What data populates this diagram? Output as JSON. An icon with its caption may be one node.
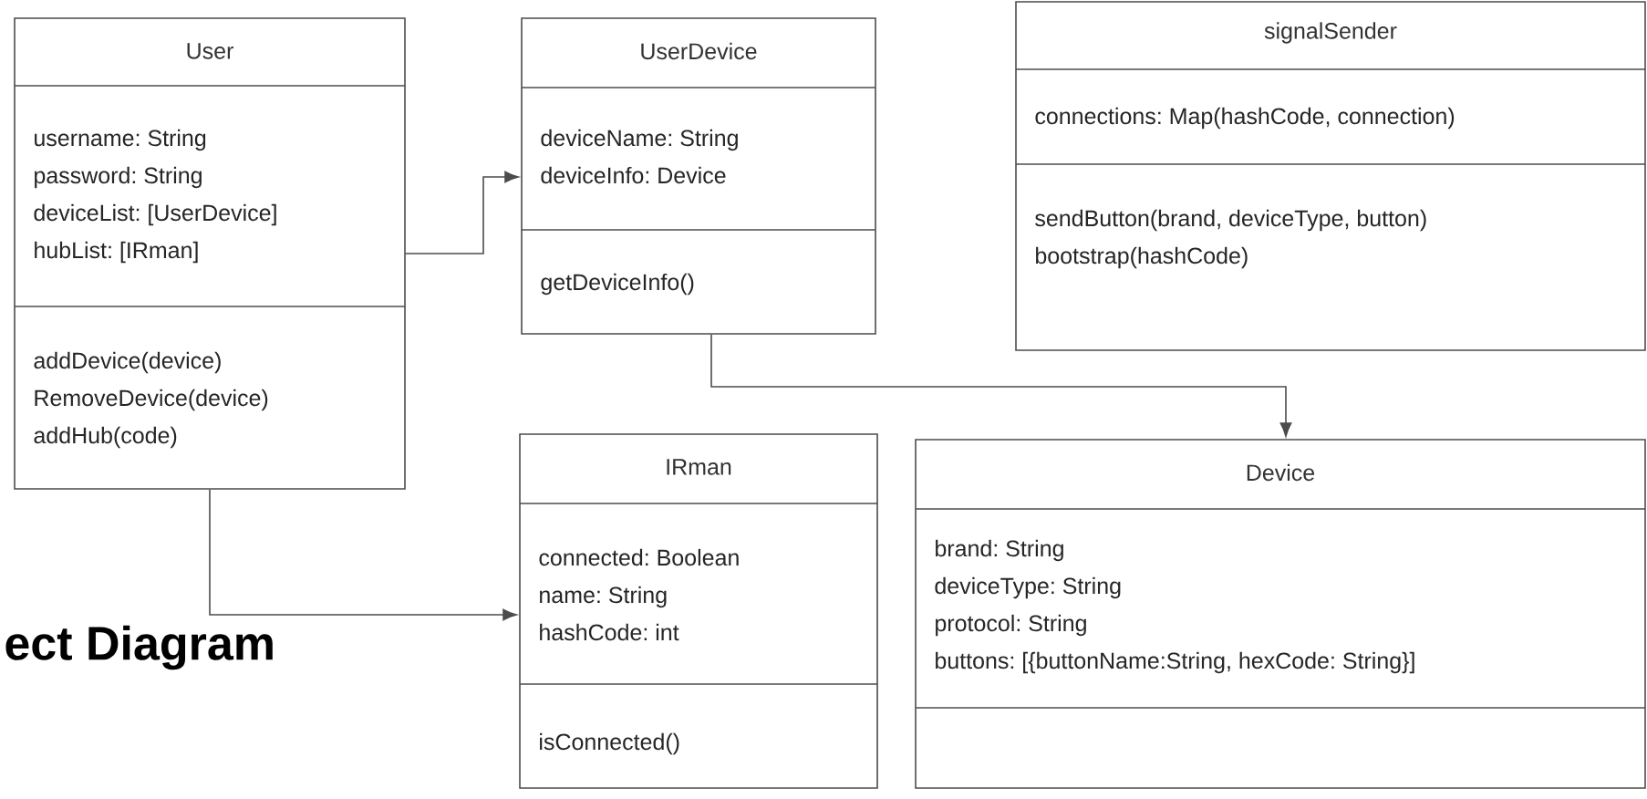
{
  "diagram": {
    "nodes": [
      {
        "text": [
          "User",
          "username: String",
          "password: String",
          "deviceList: [UserDevice]",
          "hubList: [IRman]",
          "addDevice(device)",
          "RemoveDevice(device)",
          "addHub(code)"
        ]
      },
      {
        "text": [
          "UserDevice",
          "deviceName: String",
          "deviceInfo: Device",
          "getDeviceInfo()"
        ]
      },
      {
        "text": [
          "signalSender",
          "connections: Map(hashCode, connection)",
          "sendButton(brand, deviceType, button)",
          "bootstrap(hashCode)"
        ]
      },
      {
        "text": [
          "IRman",
          "connected: Boolean",
          "name: String",
          "hashCode: int",
          "isConnected()"
        ]
      },
      {
        "text": [
          "Device",
          "brand: String",
          "deviceType: String",
          "protocol: String",
          "buttons: [{buttonName:String, hexCode: String}]"
        ]
      }
    ],
    "edges": [
      {
        "from": 0,
        "to": 1,
        "arrow": "to"
      },
      {
        "from": 0,
        "to": 3,
        "arrow": "to"
      },
      {
        "from": 1,
        "to": 4,
        "arrow": "to"
      }
    ],
    "title": "ect Diagram"
  }
}
